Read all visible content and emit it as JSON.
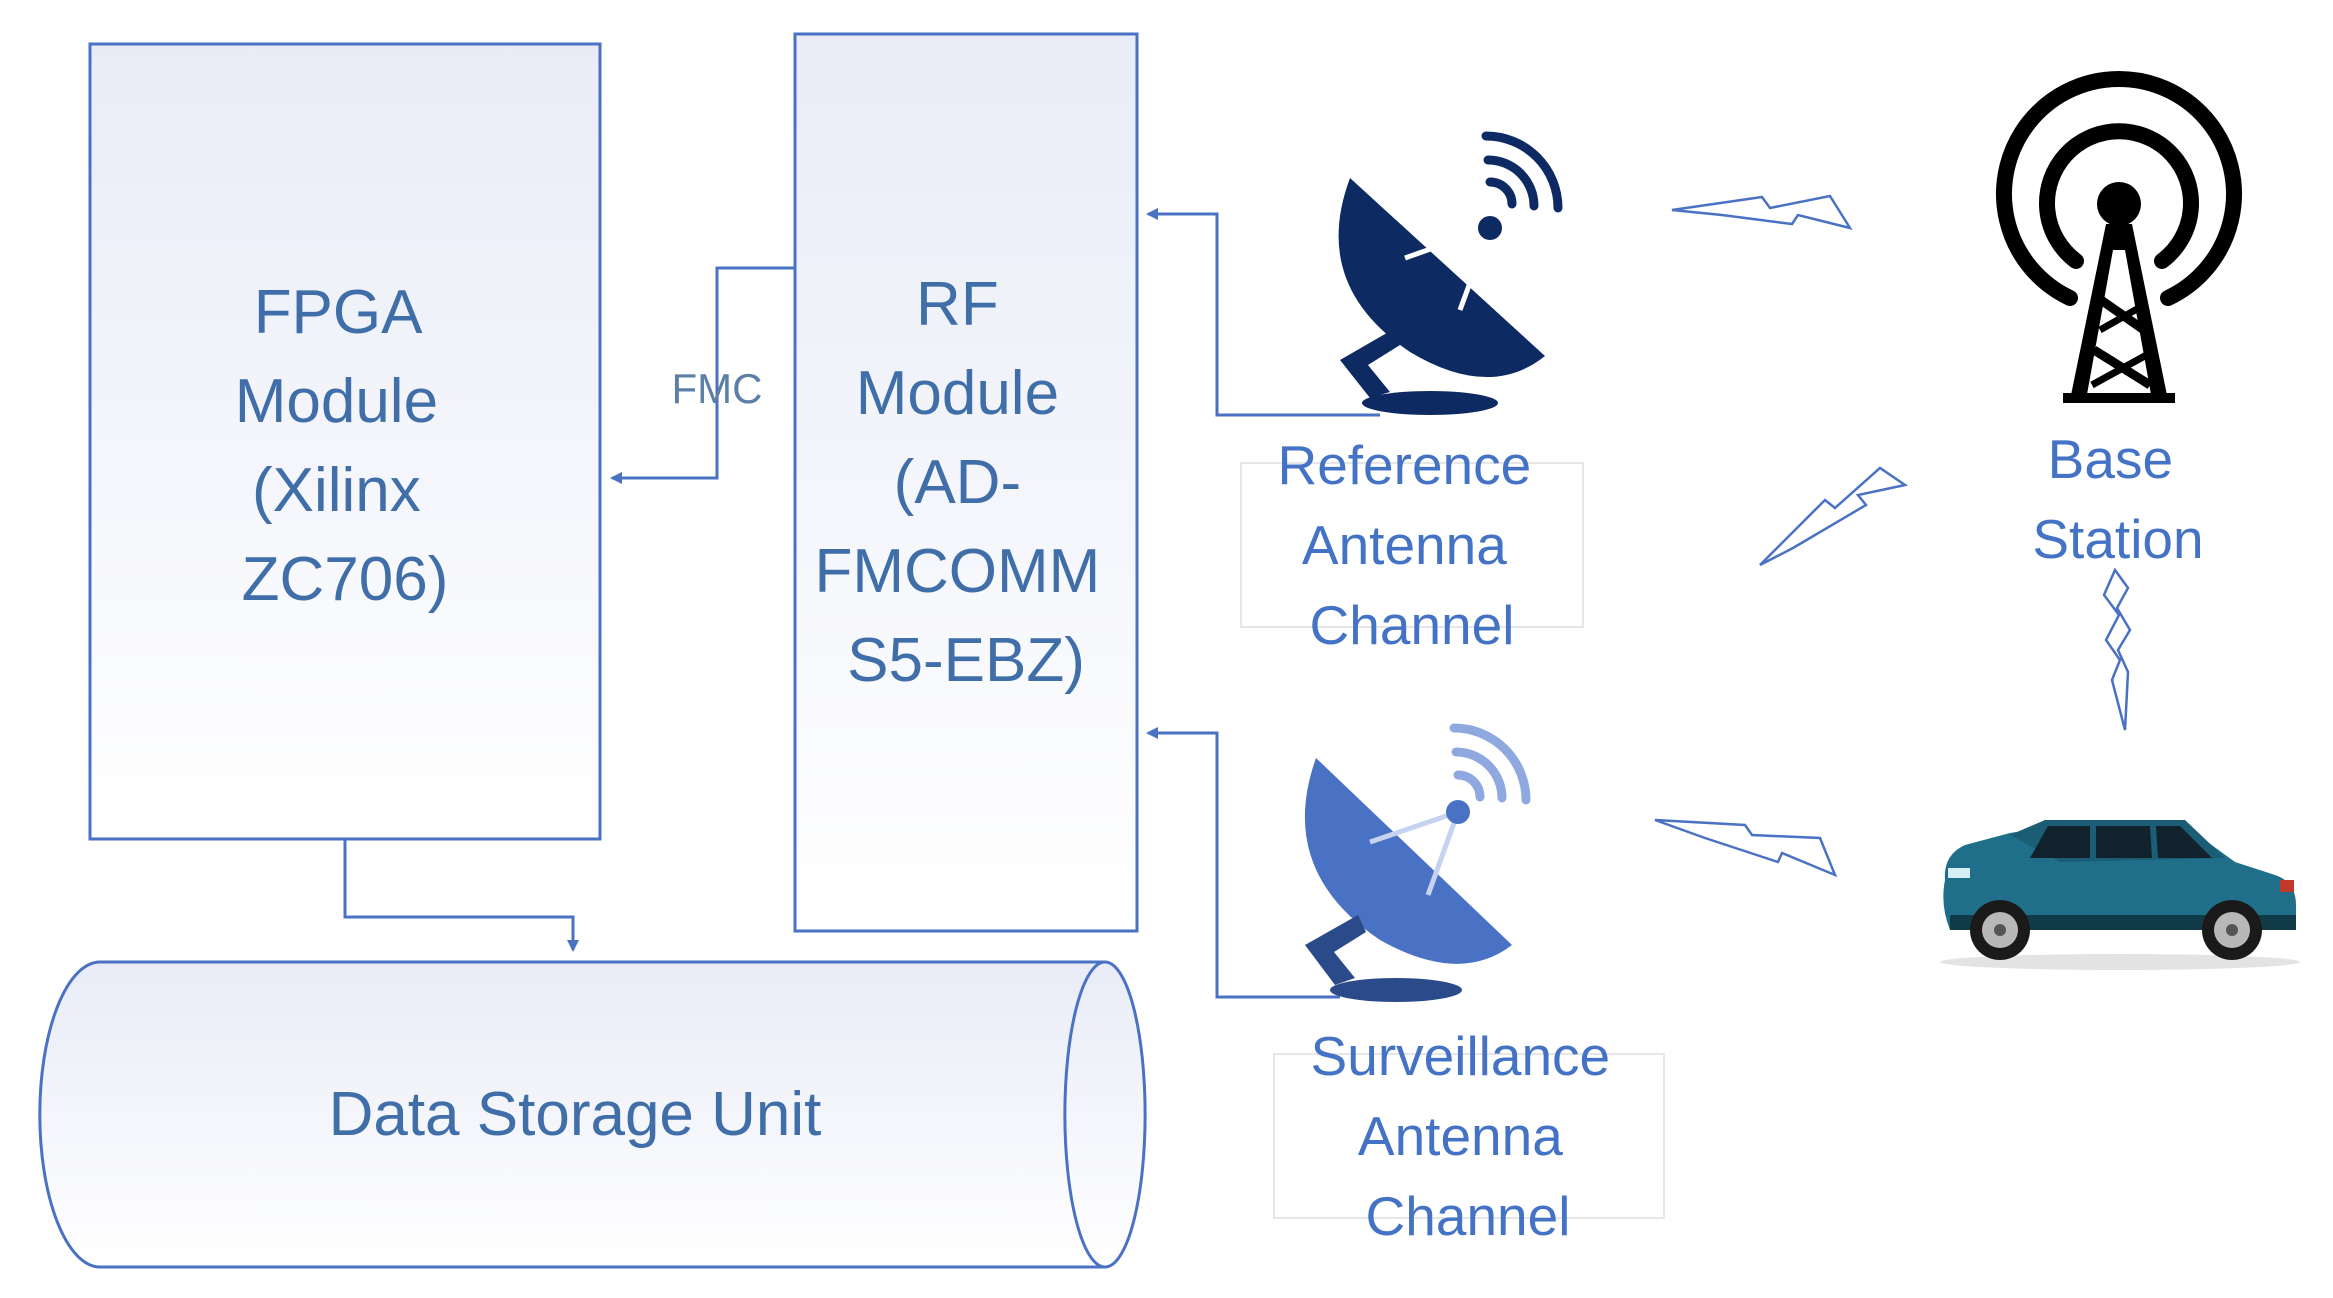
{
  "fpga_module": {
    "lines": [
      "FPGA",
      "Module",
      "(Xilinx",
      "ZC706)"
    ]
  },
  "rf_module": {
    "lines": [
      "RF",
      "Module",
      "(AD-",
      "FMCOMM",
      "S5-EBZ)"
    ]
  },
  "fmc_link": {
    "label": "FMC"
  },
  "data_storage": {
    "label": "Data Storage Unit"
  },
  "reference_antenna": {
    "lines": [
      "Reference",
      "Antenna",
      "Channel"
    ],
    "icon": "satellite-dish-icon"
  },
  "surveillance_antenna": {
    "lines": [
      "Surveillance",
      "Antenna",
      "Channel"
    ],
    "icon": "satellite-dish-icon"
  },
  "base_station": {
    "lines": [
      "Base",
      "Station"
    ],
    "icon": "radio-tower-icon"
  },
  "vehicle": {
    "icon": "car-icon"
  },
  "colors": {
    "box_stroke": "#4a72c4",
    "box_text": "#3f6ea8",
    "label_text": "#4473c5",
    "fmc_text": "#5b7fa6",
    "dish_reference": "#0e2a63",
    "dish_surveillance": "#4a72c4",
    "tower": "#000000",
    "car_body": "#1f6f8b"
  }
}
